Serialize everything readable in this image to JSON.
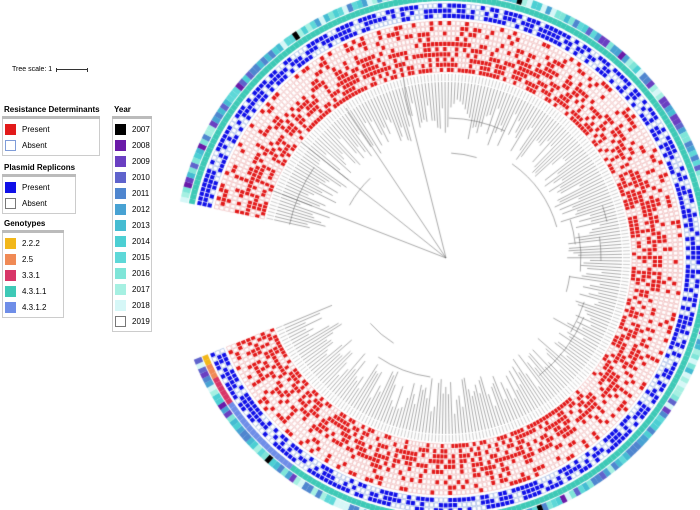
{
  "tree_scale_label": "Tree scale: 1",
  "resistance": {
    "title": "Resistance Determinants",
    "items": [
      {
        "label": "Present",
        "color": "#e21a1a",
        "outline": "#e21a1a"
      },
      {
        "label": "Absent",
        "color": "#ffffff",
        "outline": "#7f9cd8"
      }
    ]
  },
  "plasmid": {
    "title": "Plasmid Replicons",
    "items": [
      {
        "label": "Present",
        "color": "#1010e8",
        "outline": "#1010e8"
      },
      {
        "label": "Absent",
        "color": "#ffffff",
        "outline": "#777777"
      }
    ]
  },
  "genotypes": {
    "title": "Genotypes",
    "items": [
      {
        "label": "2.2.2",
        "color": "#f2b71a"
      },
      {
        "label": "2.5",
        "color": "#f08a55"
      },
      {
        "label": "3.3.1",
        "color": "#d83568"
      },
      {
        "label": "4.3.1.1",
        "color": "#3ec9b6"
      },
      {
        "label": "4.3.1.2",
        "color": "#6f8ee8"
      }
    ]
  },
  "year": {
    "title": "Year",
    "items": [
      {
        "label": "2007",
        "color": "#000000"
      },
      {
        "label": "2008",
        "color": "#6a1aa8"
      },
      {
        "label": "2009",
        "color": "#6a3fc2"
      },
      {
        "label": "2010",
        "color": "#5f63cc"
      },
      {
        "label": "2011",
        "color": "#4f86cf"
      },
      {
        "label": "2012",
        "color": "#48a2d3"
      },
      {
        "label": "2013",
        "color": "#45bcd2"
      },
      {
        "label": "2014",
        "color": "#4ccfd3"
      },
      {
        "label": "2015",
        "color": "#5ed8d8"
      },
      {
        "label": "2016",
        "color": "#7fe5d8"
      },
      {
        "label": "2017",
        "color": "#a6f0e2"
      },
      {
        "label": "2018",
        "color": "#d6f7f7"
      },
      {
        "label": "2019",
        "color": "#ffffff"
      }
    ]
  }
}
